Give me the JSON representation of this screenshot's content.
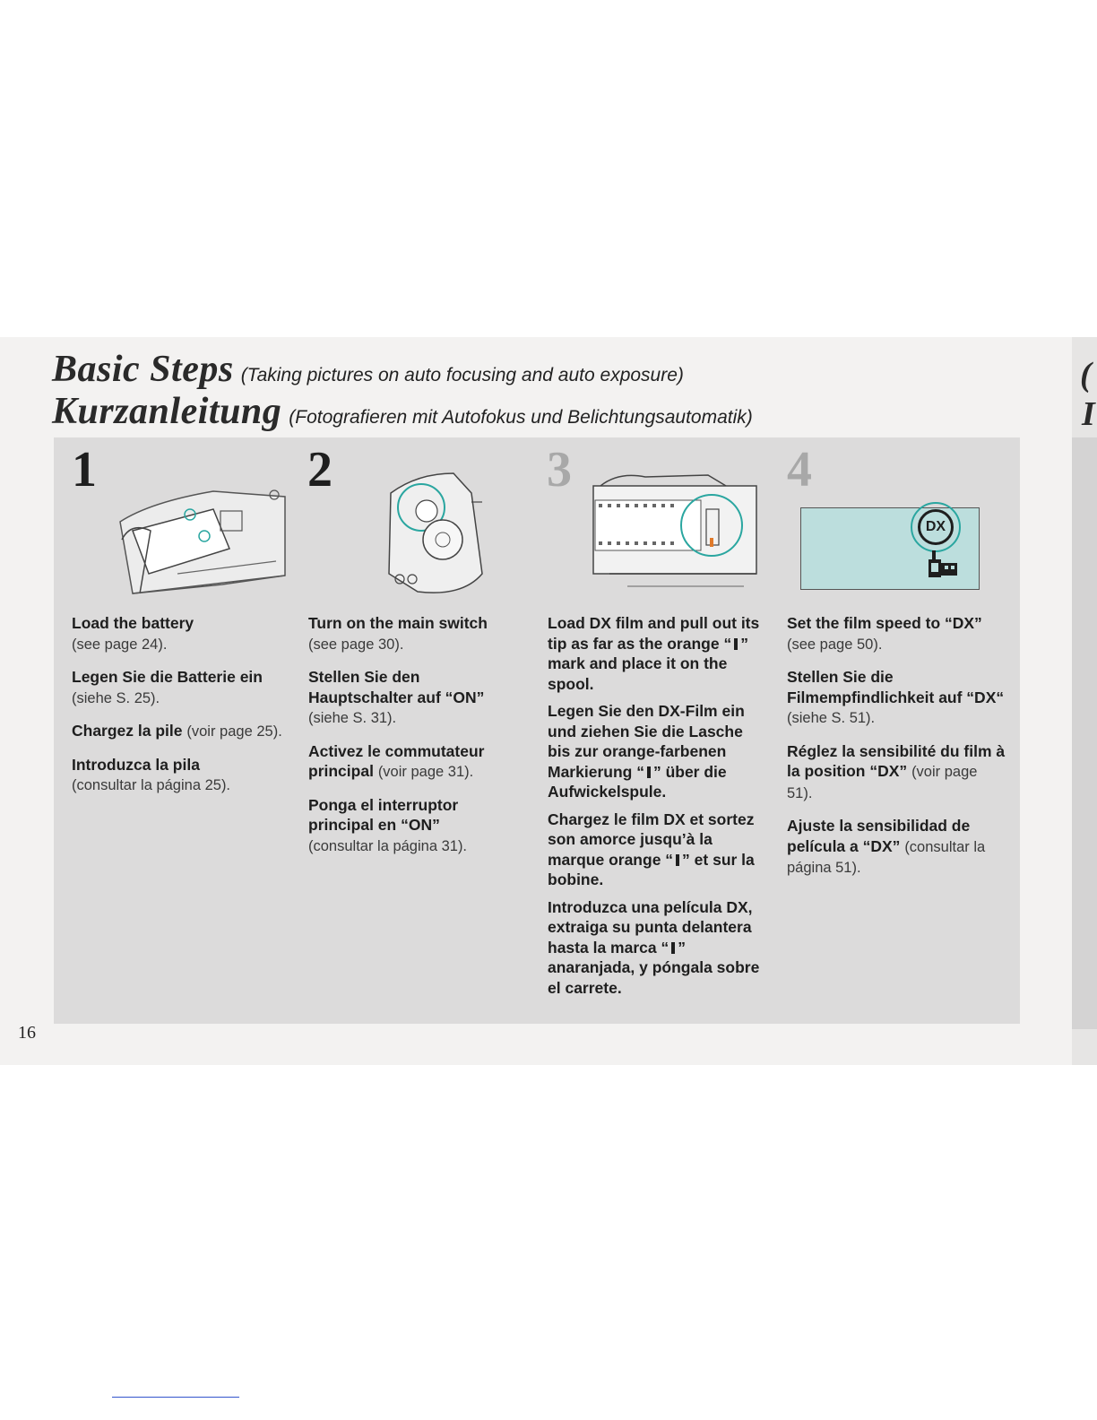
{
  "header": {
    "title_en": "Basic Steps",
    "subtitle_en": "(Taking pictures on auto focusing and auto exposure)",
    "title_de": "Kurzanleitung",
    "subtitle_de": "(Fotografieren mit Autofokus und Belichtungsautomatik)"
  },
  "steps": [
    {
      "number": "1",
      "paragraphs": [
        {
          "bold": "Load the battery",
          "ref": "(see page 24)."
        },
        {
          "bold": "Legen Sie die Batterie ein",
          "ref": "(siehe S. 25)."
        },
        {
          "bold": "Chargez la pile",
          "ref": "(voir page 25)."
        },
        {
          "bold": "Introduzca la pila",
          "ref": "(consultar la página 25)."
        }
      ]
    },
    {
      "number": "2",
      "paragraphs": [
        {
          "bold": "Turn on the main switch",
          "ref": "(see page 30)."
        },
        {
          "bold": "Stellen Sie den Hauptschalter auf “ON”",
          "ref": "(siehe S. 31)."
        },
        {
          "bold": "Activez le commutateur principal",
          "ref": "(voir page 31)."
        },
        {
          "bold": "Ponga el interruptor principal en “ON”",
          "ref": "(consultar la página 31)."
        }
      ]
    },
    {
      "number": "3",
      "paragraphs": [
        {
          "a": "Load DX film and pull out its tip as far as the orange “",
          "b": "” mark and place it on the spool."
        },
        {
          "a": "Legen Sie den DX-Film ein und ziehen Sie die Lasche bis zur orange-farbenen Markierung “",
          "b": "” über die Aufwickelspule."
        },
        {
          "a": "Chargez le film DX et sortez son amorce jusqu’à la marque orange “",
          "b": "” et sur la bobine."
        },
        {
          "a": "Introduzca una película DX, extraiga su punta delantera hasta la marca “",
          "b": "” anaranjada, y póngala sobre el carrete."
        }
      ]
    },
    {
      "number": "4",
      "dx_label": "DX",
      "paragraphs": [
        {
          "bold": "Set the film speed to “DX”",
          "ref": "(see page 50)."
        },
        {
          "bold": "Stellen Sie die Filmempfindlichkeit auf “DX“",
          "ref": "(siehe S. 51)."
        },
        {
          "bold": "Réglez la sensibilité du film à la position “DX”",
          "ref": "(voir page 51)."
        },
        {
          "bold": "Ajuste la sensibilidad de película a “DX”",
          "ref": "(consultar la página 51)."
        }
      ]
    }
  ],
  "page_number": "16",
  "colors": {
    "highlight_circle": "#2aa6a0",
    "dx_panel": "#bcdedd"
  }
}
